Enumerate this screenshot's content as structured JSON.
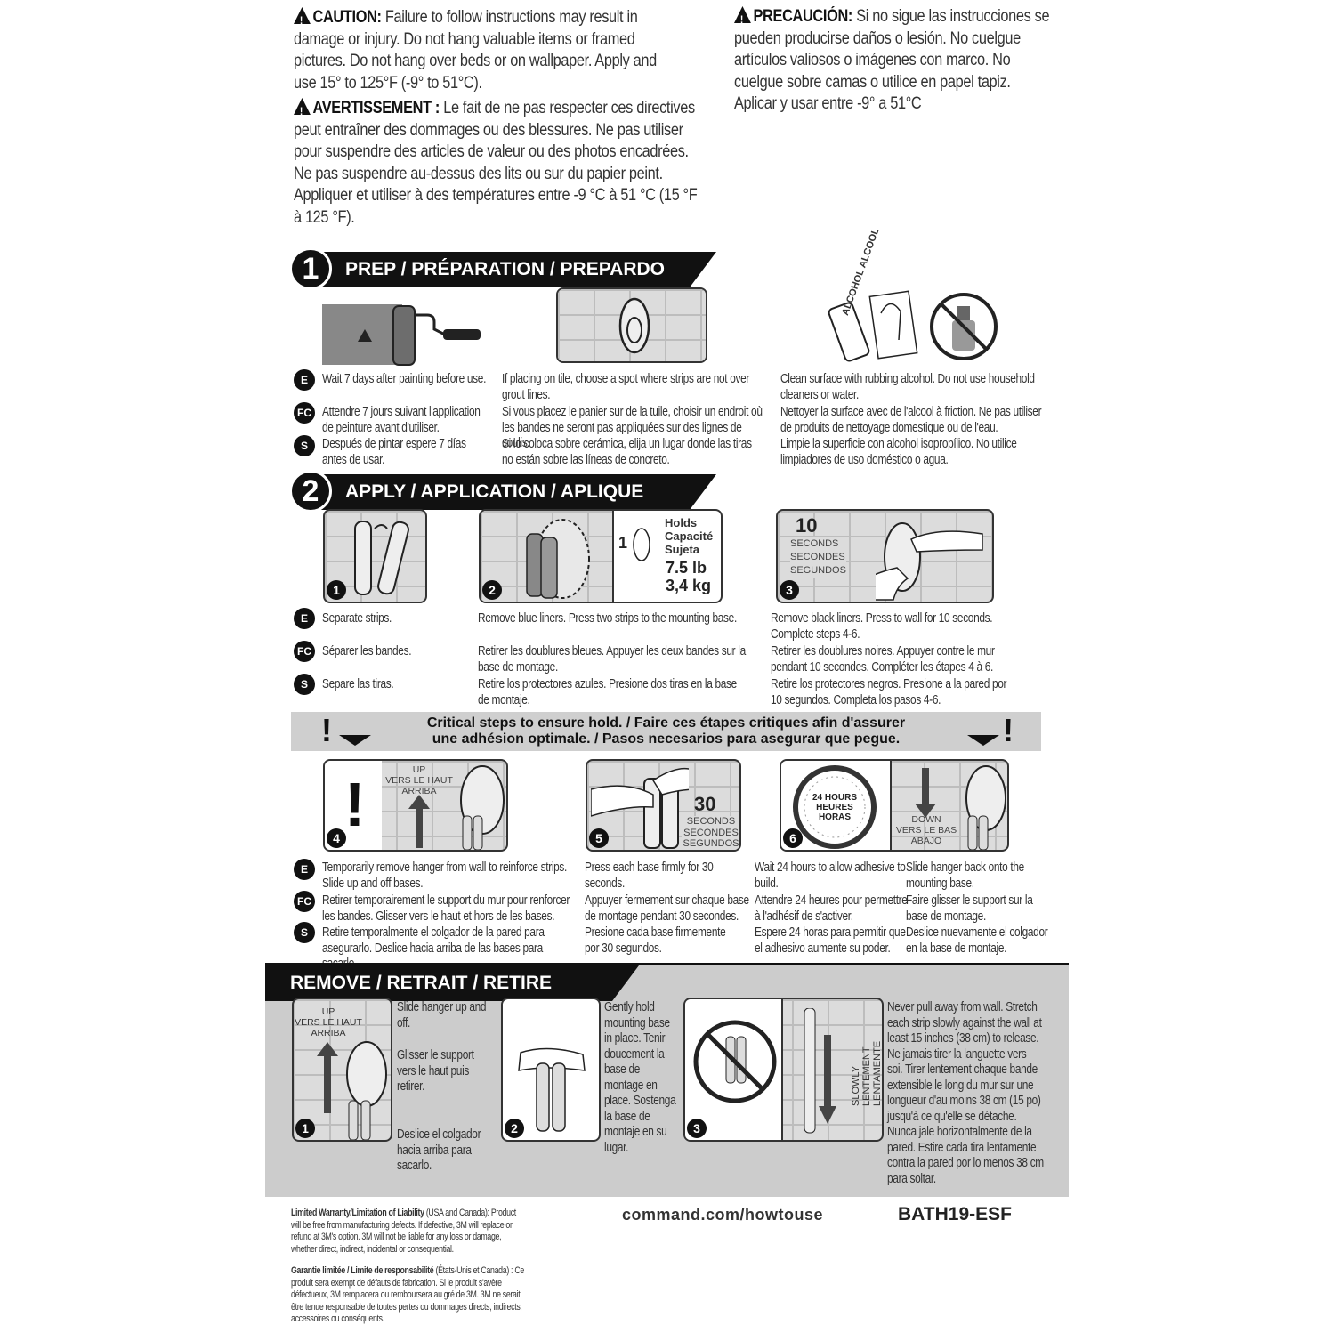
{
  "warnings": {
    "caution_label": "CAUTION:",
    "caution_text": "Failure to follow instructions may result in damage or injury. Do not hang valuable items or framed pictures. Do not hang over beds or on wallpaper. Apply and use 15° to 125°F (-9° to 51°C).",
    "avert_label": "AVERTISSEMENT :",
    "avert_text": "Le fait de ne pas respecter ces directives peut entraîner des dommages ou des blessures. Ne pas utiliser pour suspendre des articles de valeur ou des photos encadrées. Ne pas suspendre au-dessus des lits ou sur du papier peint. Appliquer et utiliser à des températures entre -9 °C à 51 °C (15 °F à 125 °F).",
    "prec_label": "PRECAUCIÓN:",
    "prec_text": "Si no sigue las instrucciones se pueden producirse daños o lesión. No cuelgue artículos valiosos o imágenes con marco. No cuelgue sobre camas o utilice en papel tapiz. Aplicar y usar entre -9° a 51°C"
  },
  "lang": {
    "e": "E",
    "fc": "FC",
    "s": "S"
  },
  "step1": {
    "num": "1",
    "title": "PREP / PRÉPARATION / PREPARDO",
    "alcohol_label": "ALCOHOL ALCOOL",
    "col1": {
      "e": "Wait 7 days after painting before use.",
      "fc": "Attendre 7 jours suivant l'application de peinture avant d'utiliser.",
      "s": "Después de pintar espere 7 días antes de usar."
    },
    "col2": {
      "e": "If placing on tile, choose a spot where strips are not over grout lines.",
      "fc": "Si vous placez le panier sur de la tuile, choisir un endroit où les bandes ne seront pas appliquées sur des lignes de coulis.",
      "s": "Si lo coloca sobre cerámica, elija un lugar donde las tiras no están sobre las líneas de concreto."
    },
    "col3": {
      "e": "Clean surface with rubbing alcohol. Do not use household cleaners or water.",
      "fc": "Nettoyer la surface avec de l'alcool à friction. Ne pas utiliser de produits de nettoyage domestique ou de l'eau.",
      "s": "Limpie la superficie con alcohol isopropílico. No utilice limpiadores de uso doméstico o agua."
    }
  },
  "step2": {
    "num": "2",
    "title": "APPLY / APPLICATION / APLIQUE",
    "holds": {
      "count": "1",
      "l1": "Holds",
      "l2": "Capacité",
      "l3": "Sujeta",
      "lb": "7.5 lb",
      "kg": "3,4 kg"
    },
    "ten": {
      "n": "10",
      "l1": "SECONDS",
      "l2": "SECONDES",
      "l3": "SEGUNDOS"
    },
    "panel_nums": [
      "1",
      "2",
      "3"
    ],
    "col1": {
      "e": "Separate strips.",
      "fc": "Séparer les bandes.",
      "s": "Separe las tiras."
    },
    "col2": {
      "e": "Remove blue liners. Press two strips to the mounting base.",
      "fc": "Retirer les doublures bleues. Appuyer les deux bandes sur la base de montage.",
      "s": "Retire los protectores azules. Presione dos tiras en la base de montaje."
    },
    "col3": {
      "e": "Remove black liners. Press to wall for 10 seconds. Complete steps 4-6.",
      "fc": "Retirer les doublures noires. Appuyer contre le mur pendant 10 secondes. Compléter les étapes 4 à 6.",
      "s": "Retire los protectores negros. Presione a la pared por 10 segundos. Completa los pasos 4-6."
    }
  },
  "critical": {
    "line1": "Critical steps to ensure hold. / Faire ces étapes critiques afin d'assurer",
    "line2": "une adhésion optimale. / Pasos necesarios para asegurar que pegue.",
    "bang": "!"
  },
  "steps456": {
    "up": {
      "l1": "UP",
      "l2": "VERS LE HAUT",
      "l3": "ARRIBA"
    },
    "thirty": {
      "n": "30",
      "l1": "SECONDS",
      "l2": "SECONDES",
      "l3": "SEGUNDOS"
    },
    "hours": {
      "l1": "24 HOURS",
      "l2": "HEURES",
      "l3": "HORAS"
    },
    "down": {
      "l1": "DOWN",
      "l2": "VERS LE BAS",
      "l3": "ABAJO"
    },
    "panel_nums": [
      "4",
      "5",
      "6"
    ],
    "col1": {
      "e": "Temporarily remove hanger from wall to reinforce strips. Slide up and off bases.",
      "fc": "Retirer temporairement le support du mur pour renforcer les bandes. Glisser vers le haut et hors de les bases.",
      "s": "Retire temporalmente el colgador de la pared para asegurarlo. Deslice hacia arriba de las bases para sacarlo."
    },
    "col2": {
      "e": "Press each base firmly for 30 seconds.",
      "fc": "Appuyer fermement sur chaque base de montage pendant 30 secondes.",
      "s": "Presione cada base firmemente por 30 segundos."
    },
    "col3": {
      "e": "Wait 24 hours to allow adhesive to build.",
      "fc": "Attendre 24 heures pour permettre à l'adhésif de s'activer.",
      "s": "Espere 24 horas para permitir que el adhesivo aumente su poder."
    },
    "col4": {
      "e": "Slide hanger back onto the mounting base.",
      "fc": "Faire glisser le support sur la base de montage.",
      "s": "Deslice nuevamente el colgador en la base de montaje."
    }
  },
  "remove": {
    "title": "REMOVE / RETRAIT / RETIRE",
    "up": {
      "l1": "UP",
      "l2": "VERS LE HAUT",
      "l3": "ARRIBA"
    },
    "slowly": {
      "l1": "SLOWLY",
      "l2": "LENTEMENT",
      "l3": "LENTAMENTE"
    },
    "panel_nums": [
      "1",
      "2",
      "3"
    ],
    "p1_e": "Slide hanger up and off.",
    "p1_fc": "Glisser le support vers le haut puis retirer.",
    "p1_s": "Deslice el colgador hacia arriba para sacarlo.",
    "p2": "Gently hold mounting base in place. Tenir doucement la base de montage en place. Sostenga la base de montaje en su lugar.",
    "p3": "Never pull away from wall. Stretch each strip slowly against the wall at least 15 inches (38 cm) to release. Ne jamais tirer la languette vers soi. Tirer lentement chaque bande extensible le long du mur sur une longueur d'au moins 38 cm (15 po) jusqu'à ce qu'elle se détache. Nunca jale horizontalmente de la pared. Estire cada tira lentamente contra la pared por lo menos 38 cm para soltar."
  },
  "footer": {
    "warranty_label": "Limited Warranty/Limitation of Liability",
    "warranty_region": "(USA and Canada):",
    "warranty_text": "Product will be free from manufacturing defects. If defective, 3M will replace or refund at 3M's option. 3M will not be liable for any loss or damage, whether direct, indirect, incidental or consequential.",
    "garantie_label": "Garantie limitée / Limite de responsabilité",
    "garantie_region": "(États-Unis et Canada) :",
    "garantie_text": "Ce produit sera exempt de défauts de fabrication. Si le produit s'avère défectueux, 3M remplacera ou remboursera au gré de 3M. 3M ne serait être tenue responsable de toutes pertes ou dommages directs, indirects, accessoires ou conséquents.",
    "url": "command.com/howtouse",
    "code": "BATH19-ESF"
  }
}
